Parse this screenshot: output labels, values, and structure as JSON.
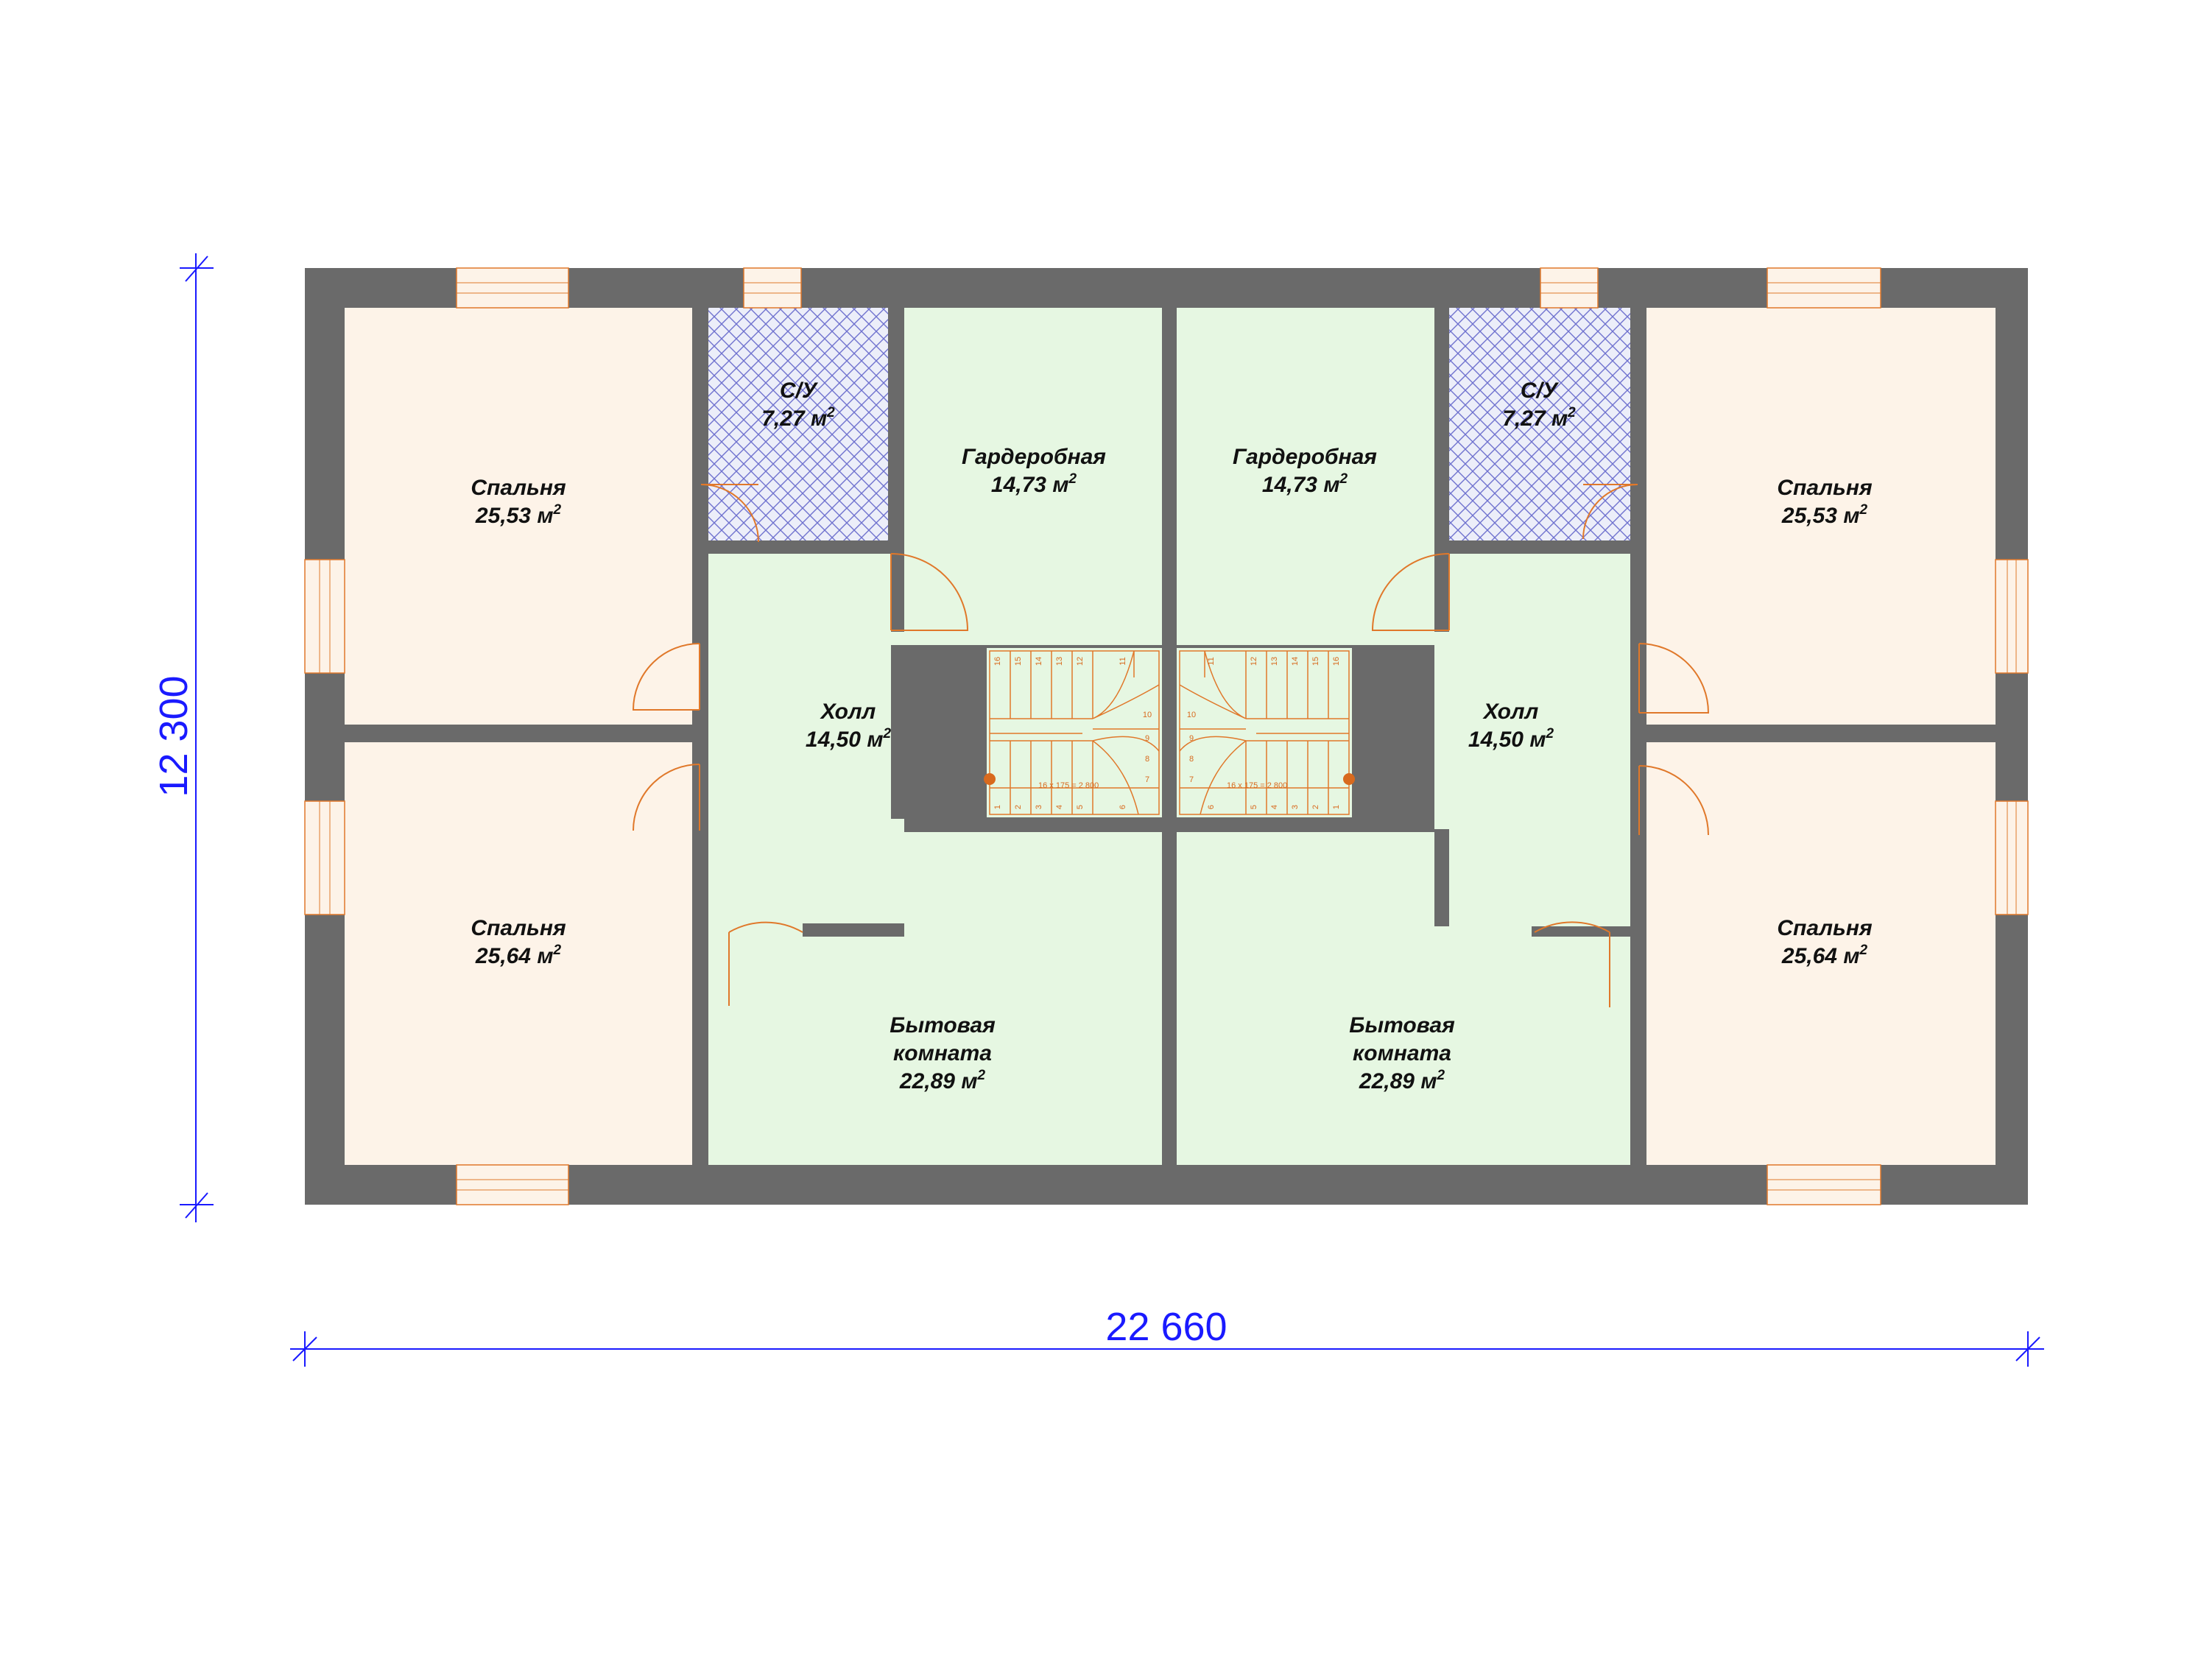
{
  "colors": {
    "wall": "#6a6a6a",
    "bedroom": "#fdf3e8",
    "green_room": "#e6f7e2",
    "bathroom": "#eceef9",
    "bathroom_hatch": "#6f72cf",
    "door": "#e0782a",
    "dimension": "#1a1aff"
  },
  "dimensions": {
    "width": "22 660",
    "height": "12 300"
  },
  "area_unit": "м",
  "area_unit_exponent": "2",
  "stair_note": "16 x 175 = 2 800",
  "stair_step_numbers": [
    "1",
    "2",
    "3",
    "4",
    "5",
    "6",
    "7",
    "8",
    "9",
    "10",
    "11",
    "12",
    "13",
    "14",
    "15",
    "16"
  ],
  "rooms": [
    {
      "id": "bedroom-top-left",
      "name": "Спальня",
      "area": "25,53"
    },
    {
      "id": "bedroom-bottom-left",
      "name": "Спальня",
      "area": "25,64"
    },
    {
      "id": "bathroom-left",
      "name": "С/У",
      "area": "7,27"
    },
    {
      "id": "wardrobe-left",
      "name": "Гардеробная",
      "area": "14,73"
    },
    {
      "id": "hall-left",
      "name": "Холл",
      "area": "14,50"
    },
    {
      "id": "utility-left",
      "name": "Бытовая комната",
      "area": "22,89"
    },
    {
      "id": "wardrobe-right",
      "name": "Гардеробная",
      "area": "14,73"
    },
    {
      "id": "bathroom-right",
      "name": "С/У",
      "area": "7,27"
    },
    {
      "id": "hall-right",
      "name": "Холл",
      "area": "14,50"
    },
    {
      "id": "utility-right",
      "name": "Бытовая комната",
      "area": "22,89"
    },
    {
      "id": "bedroom-top-right",
      "name": "Спальня",
      "area": "25,53"
    },
    {
      "id": "bedroom-bottom-right",
      "name": "Спальня",
      "area": "25,64"
    }
  ]
}
